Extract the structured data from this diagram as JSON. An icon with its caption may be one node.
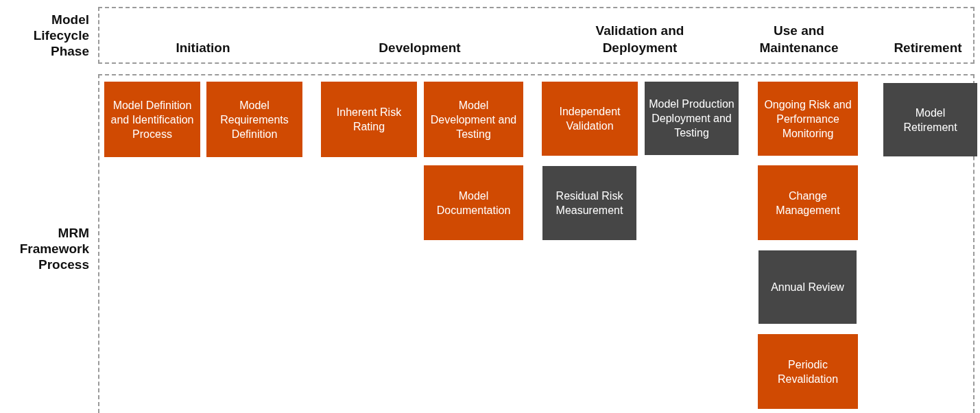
{
  "diagram": {
    "nodes": [
      {
        "text": [
          "Model Lifecycle Phase",
          "Initiation",
          "Development",
          "Validation and Deployment",
          "Use and Maintenance",
          "Retirement"
        ]
      },
      {
        "text": [
          "MRM Framework Process"
        ]
      },
      {
        "text": [
          "Model Definition and Identification Process"
        ],
        "in": 1
      },
      {
        "text": [
          "Model Requirements Definition"
        ],
        "in": 1
      },
      {
        "text": [
          "Inherent Risk Rating"
        ],
        "in": 1
      },
      {
        "text": [
          "Model Development and Testing"
        ],
        "in": 1
      },
      {
        "text": [
          "Model Documentation"
        ],
        "in": 1
      },
      {
        "text": [
          "Independent Validation"
        ],
        "in": 1
      },
      {
        "text": [
          "Model Production Deployment and Testing"
        ],
        "in": 1
      },
      {
        "text": [
          "Residual Risk Measurement"
        ],
        "in": 1
      },
      {
        "text": [
          "Ongoing Risk and Performance Monitoring"
        ],
        "in": 1
      },
      {
        "text": [
          "Change Management"
        ],
        "in": 1
      },
      {
        "text": [
          "Annual Review"
        ],
        "in": 1
      },
      {
        "text": [
          "Periodic Revalidation"
        ],
        "in": 1
      },
      {
        "text": [
          "Model Retirement"
        ],
        "in": 1
      }
    ]
  }
}
